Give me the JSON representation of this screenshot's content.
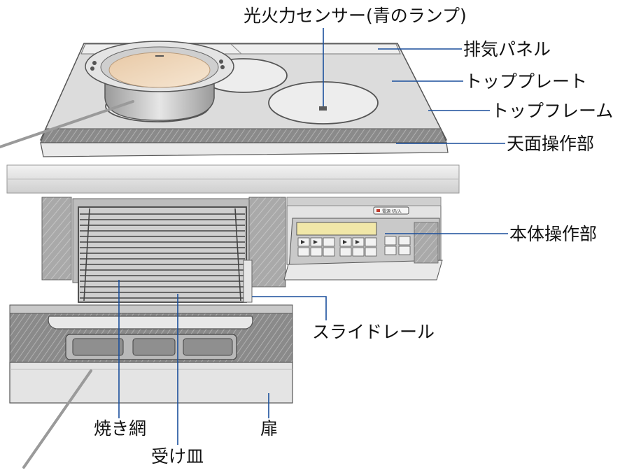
{
  "labels": {
    "sensor": "光火力センサー(青のランプ)",
    "exhaust": "排気パネル",
    "top_plate": "トッププレート",
    "top_frame": "トップフレーム",
    "top_panel": "天面操作部",
    "body_panel": "本体操作部",
    "slide_rail": "スライドレール",
    "grill_net": "焼き網",
    "door": "扉",
    "drip_pan": "受け皿"
  },
  "power_button_text": "電源 切/入",
  "colors": {
    "leader_blue": "#1a4f9c",
    "leader_gray": "#9a9a9a",
    "sensor_marker": "#5a5a5a"
  }
}
